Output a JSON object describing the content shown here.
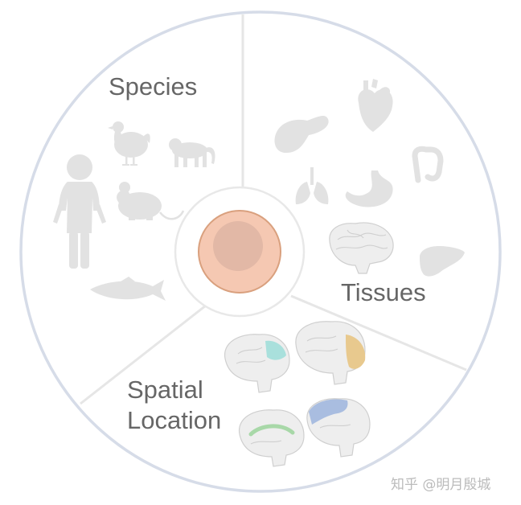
{
  "labels": {
    "species": "Species",
    "tissues": "Tissues",
    "spatial_line1": "Spatial",
    "spatial_line2": "Location"
  },
  "watermark": "知乎 @明月殷城",
  "icons": {
    "species": [
      "chicken-icon",
      "monkey-icon",
      "human-child-icon",
      "mouse-icon",
      "fish-icon"
    ],
    "tissues": [
      "pancreas-icon",
      "heart-icon",
      "lungs-icon",
      "stomach-icon",
      "intestine-icon",
      "brain-icon",
      "liver-icon"
    ],
    "spatial": [
      "brain-region-teal-icon",
      "brain-region-tan-icon",
      "brain-region-green-icon",
      "brain-region-blue-icon"
    ]
  },
  "colors": {
    "outer_ring": "#d6dce8",
    "divider": "#e6e6e6",
    "cell_outer": "#f5c8b2",
    "cell_outer_stroke": "#d9a07e",
    "nucleus": "#e2b8a6",
    "highlight_teal": "#a9e0dc",
    "highlight_tan": "#e8c98e",
    "highlight_green": "#a8d8a8",
    "highlight_blue": "#a9bde0",
    "label_text": "#666666",
    "icon_gray": "#e2e2e2"
  }
}
